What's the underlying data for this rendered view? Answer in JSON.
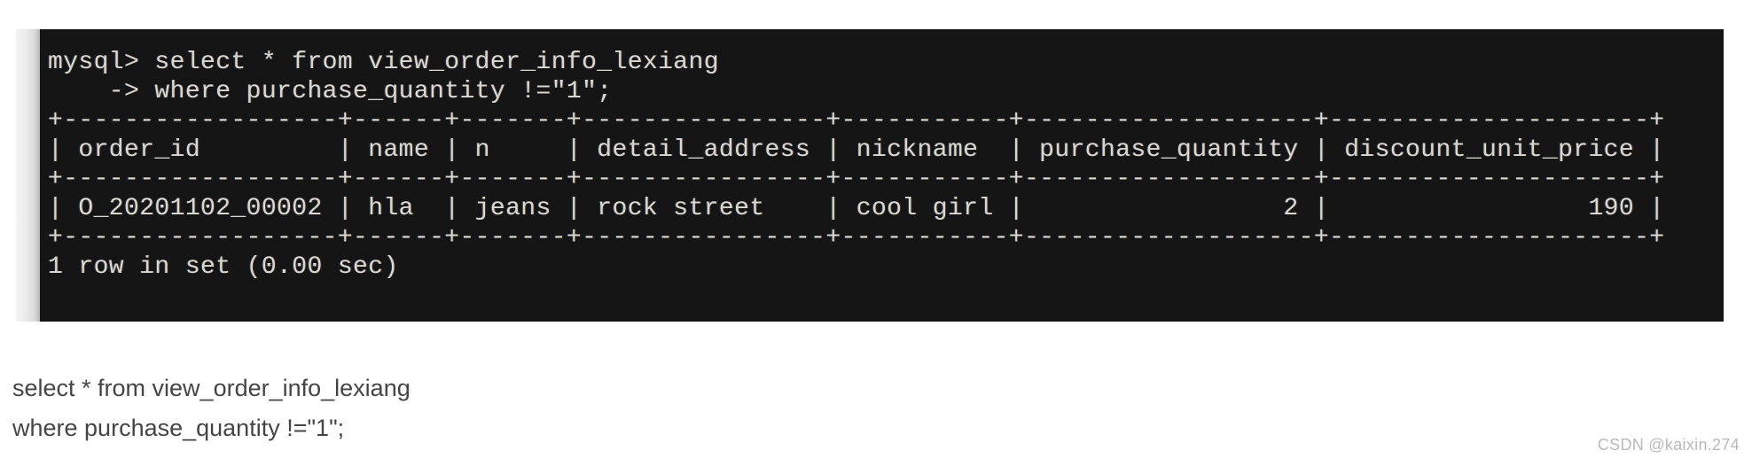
{
  "terminal": {
    "prompt_line1": "mysql> select * from view_order_info_lexiang",
    "prompt_line2": "    -> where purchase_quantity !=″1″;",
    "result_table": {
      "columns": [
        "order_id",
        "name",
        "n",
        "detail_address",
        "nickname",
        "purchase_quantity",
        "discount_unit_price"
      ],
      "rows": [
        [
          "O_20201102_00002",
          "hla",
          "jeans",
          "rock street",
          "cool girl",
          "2",
          "190"
        ]
      ]
    },
    "status_line": "1 row in set (0.00 sec)",
    "colors": {
      "background": "#151515",
      "text": "#d9d7d1"
    }
  },
  "sql_text": {
    "line1": "select * from view_order_info_lexiang",
    "line2": "where purchase_quantity !=\"1\";"
  },
  "watermark": "CSDN @kaixin.274"
}
